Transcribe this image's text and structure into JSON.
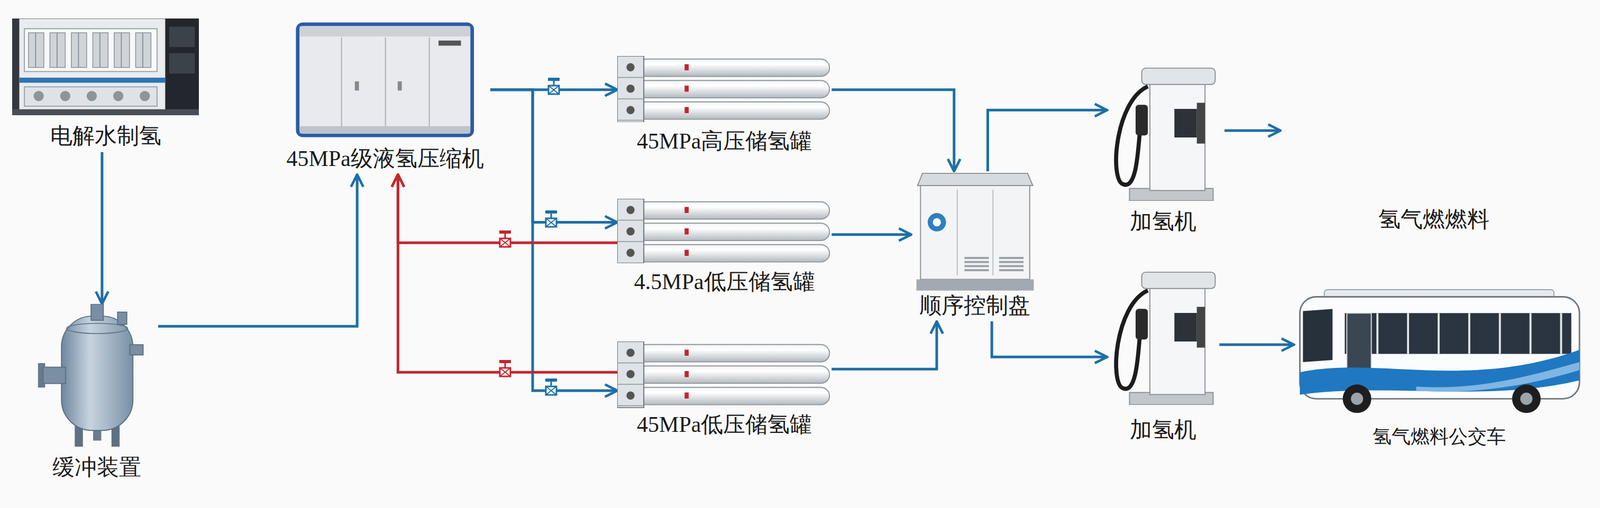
{
  "diagram": {
    "nodes": [
      {
        "text": [
          "电解水制氢"
        ]
      },
      {
        "text": [
          "缓冲装置"
        ]
      },
      {
        "text": [
          "45MPa级液氢压缩机"
        ]
      },
      {
        "text": [
          "45MPa高压储氢罐"
        ]
      },
      {
        "text": [
          "4.5MPa低压储氢罐"
        ]
      },
      {
        "text": [
          "45MPa低压储氢罐"
        ]
      },
      {
        "text": [
          "顺序控制盘"
        ]
      },
      {
        "text": [
          "加氢机"
        ]
      },
      {
        "text": [
          "加氢机"
        ]
      },
      {
        "text": [
          "氢气燃料公交车"
        ]
      }
    ],
    "edges": [
      {
        "from": 0,
        "to": 1,
        "arrow": "to"
      },
      {
        "from": 1,
        "to": 2,
        "arrow": "to"
      },
      {
        "from": 2,
        "to": 3,
        "arrow": "to"
      },
      {
        "from": 2,
        "to": 4,
        "arrow": "to"
      },
      {
        "from": 2,
        "to": 5,
        "arrow": "to"
      },
      {
        "from": 4,
        "to": 2,
        "arrow": "to"
      },
      {
        "from": 5,
        "to": 2,
        "arrow": "to"
      },
      {
        "from": 3,
        "to": 6,
        "arrow": "to"
      },
      {
        "from": 4,
        "to": 6,
        "arrow": "to"
      },
      {
        "from": 5,
        "to": 6,
        "arrow": "to"
      },
      {
        "from": 6,
        "to": 7,
        "arrow": "to"
      },
      {
        "from": 6,
        "to": 8,
        "arrow": "to"
      },
      {
        "from": 8,
        "to": 9,
        "arrow": "to"
      }
    ],
    "labels": [
      "氢气燃燃料"
    ]
  }
}
